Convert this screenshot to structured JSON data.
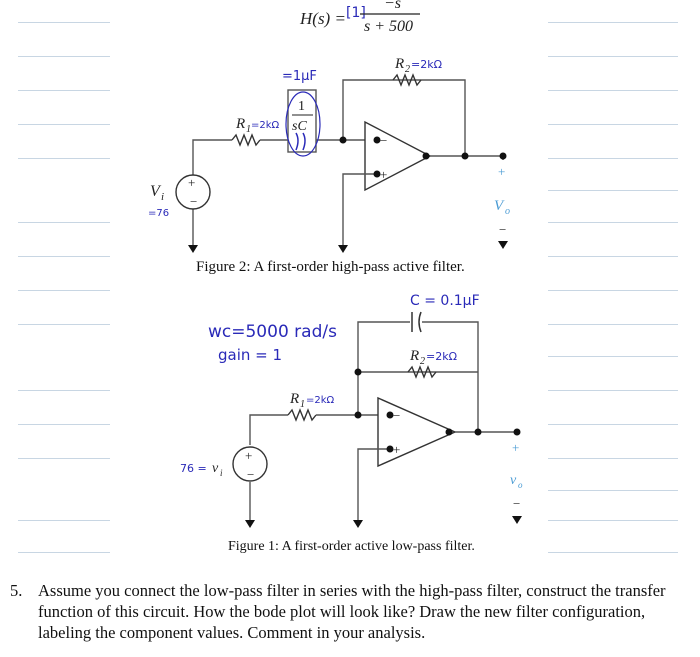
{
  "formula": {
    "lhs": "H(s) =",
    "numerator": "−s",
    "denominator": "s + 500",
    "handwritten_prefix": "[1]"
  },
  "figure2": {
    "caption": "Figure 2: A first-order high-pass active filter.",
    "r1_label": "R",
    "r1_sub": "1",
    "r1_hand": "=2kΩ",
    "r2_label": "R",
    "r2_sub": "2",
    "r2_hand": "=2kΩ",
    "cap_num": "1",
    "cap_den": "sC",
    "cap_hand": "=1μF",
    "vi_label": "V",
    "vi_sub": "i",
    "vi_hand": "=76",
    "vo_label": "V",
    "vo_sub": "o",
    "plus": "+",
    "minus": "−"
  },
  "figure1": {
    "caption": "Figure 1: A first-order active low-pass filter.",
    "c_hand": "C = 0.1μF",
    "r1_label": "R",
    "r1_sub": "1",
    "r1_hand": "=2kΩ",
    "r2_label": "R",
    "r2_sub": "2",
    "r2_hand": "=2kΩ",
    "note1": "wc=5000 rad/s",
    "note2": "gain = 1",
    "vi_hand": "76 =",
    "vi_label": "v",
    "vi_sub": "i",
    "vo_label": "v",
    "vo_sub": "o",
    "plus": "+",
    "minus": "−"
  },
  "question": {
    "number": "5.",
    "text": "Assume you connect the low-pass filter in series with the high-pass filter, construct the transfer function of this circuit. How the bode plot will look like? Draw the new filter configuration, labeling the component values. Comment in your analysis."
  },
  "colors": {
    "ink": "#222222",
    "handwriting": "#2a2ab8",
    "circuit_wire": "#555555",
    "ruled_line": "#c8d6e3"
  }
}
